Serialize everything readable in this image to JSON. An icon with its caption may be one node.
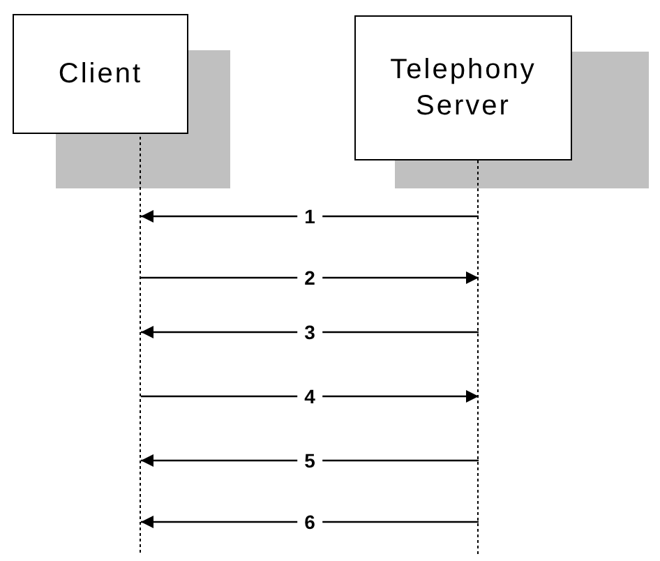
{
  "diagram": {
    "nodes": [
      {
        "text": [
          "Client"
        ]
      },
      {
        "text": [
          "Telephony Server"
        ]
      }
    ],
    "edges": [
      {
        "from": 1,
        "to": 0,
        "arrow": "to",
        "label": "1"
      },
      {
        "from": 0,
        "to": 1,
        "arrow": "to",
        "label": "2"
      },
      {
        "from": 1,
        "to": 0,
        "arrow": "to",
        "label": "3"
      },
      {
        "from": 0,
        "to": 1,
        "arrow": "to",
        "label": "4"
      },
      {
        "from": 1,
        "to": 0,
        "arrow": "to",
        "label": "5"
      },
      {
        "from": 1,
        "to": 0,
        "arrow": "to",
        "label": "6"
      }
    ]
  }
}
